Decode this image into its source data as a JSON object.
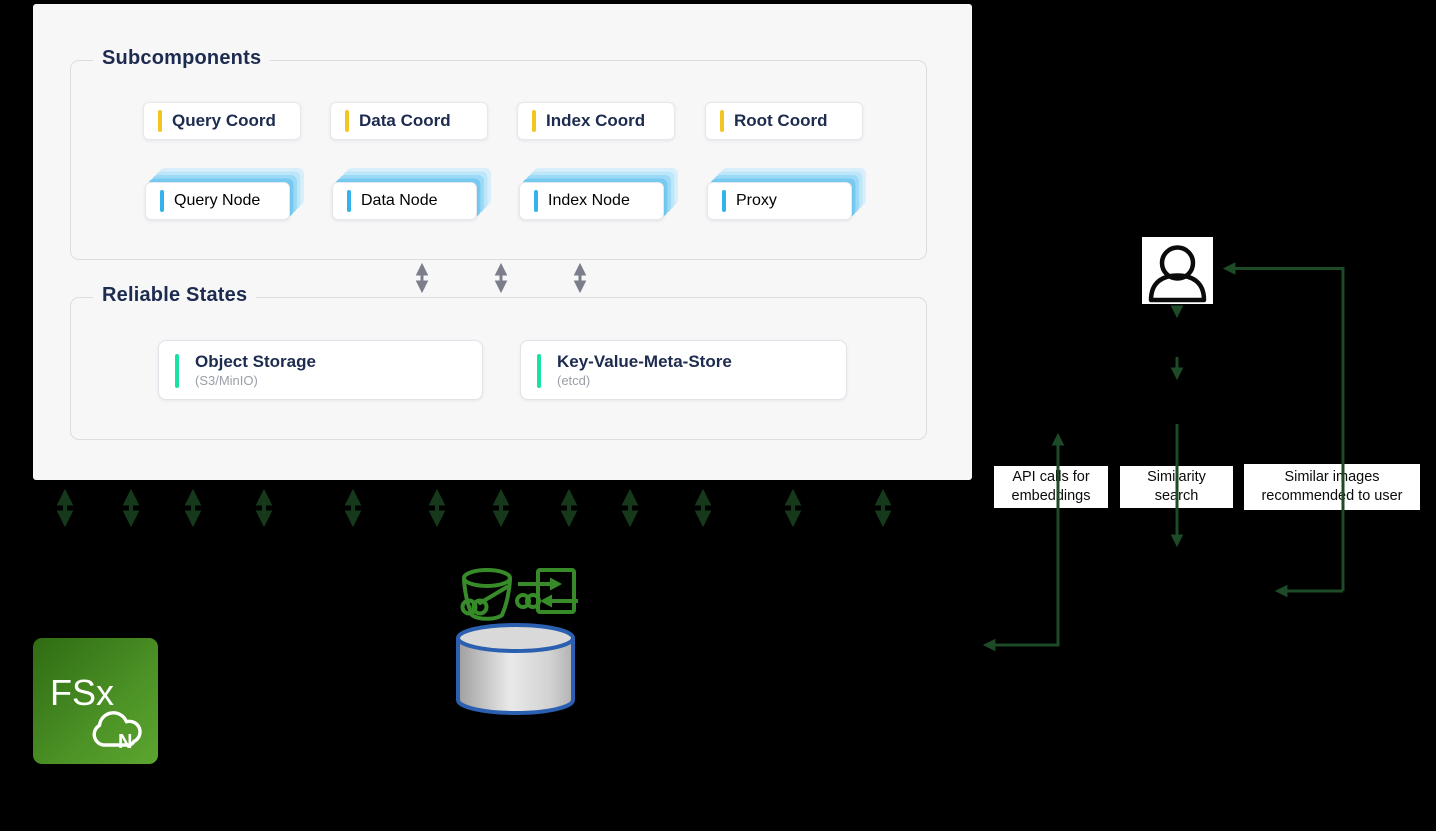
{
  "panel": {
    "subcomponents": {
      "title": "Subcomponents",
      "coords": [
        "Query Coord",
        "Data Coord",
        "Index Coord",
        "Root Coord"
      ],
      "nodes": [
        "Query Node",
        "Data Node",
        "Index Node",
        "Proxy"
      ]
    },
    "reliable_states": {
      "title": "Reliable States",
      "stores": [
        {
          "name": "Object Storage",
          "detail": "(S3/MinIO)"
        },
        {
          "name": "Key-Value-Meta-Store",
          "detail": "(etcd)"
        }
      ]
    }
  },
  "flow_labels": {
    "api": "API calls for embeddings",
    "search": "Similarity search",
    "recommend": "Similar images recommended to user"
  },
  "fsx": {
    "label": "FSx",
    "cloud_letter": "N"
  },
  "icons": [
    "user-icon",
    "s3-bucket-icon",
    "sync-gateway-icon",
    "database-cylinder-icon",
    "fsx-ontap-icon",
    "double-arrow-icon"
  ],
  "colors": {
    "coord_accent_yellow": "#F2C522",
    "node_accent_blue": "#33B3EA",
    "store_accent_teal": "#17E2A4",
    "panel_bg": "#F7F7F8",
    "text_navy": "#1D2B4F",
    "arrow_dark_green": "#16391C",
    "flow_line_green": "#1D4A27",
    "interchange_gray": "#7D7E8B",
    "bucket_green": "#378B29",
    "cylinder_outline_blue": "#2B5FB0",
    "fsx_green_dark": "#2F6B13",
    "fsx_green_light": "#5CA62F"
  }
}
